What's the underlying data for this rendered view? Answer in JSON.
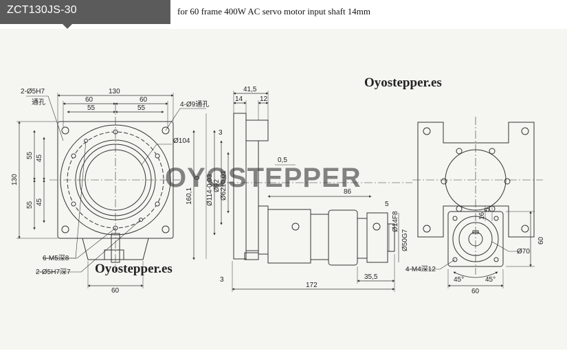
{
  "header": {
    "model": "ZCT130JS-30",
    "description": "for 60 frame 400W AC servo motor input shaft 14mm"
  },
  "watermarks": {
    "top_right": "Oyostepper.es",
    "bottom_left": "Oyostepper.es",
    "center_logo": "OYOSTEPPER"
  },
  "front_view": {
    "label_holes_top": "2-Ø5H7",
    "label_through_left": "通孔",
    "label_holes_right": "4-Ø9通孔",
    "dim_overall_width": "130",
    "dim_half_left_60": "60",
    "dim_half_right_60": "60",
    "dim_half_left_55": "55",
    "dim_half_right_55": "55",
    "dim_bolt_circle": "Ø104",
    "dim_side_130": "130",
    "dim_side_55_top": "55",
    "dim_side_45_top": "45",
    "dim_side_55_bottom": "55",
    "dim_side_45_bottom": "45",
    "dim_height_160": "160,1",
    "label_m5": "6-M5深8",
    "label_pin": "2-Ø5H7深7",
    "dim_bottom_60": "60"
  },
  "side_view": {
    "dim_41_5": "41,5",
    "dim_14": "14",
    "dim_12": "12",
    "dim_3_top": "3",
    "dim_0_5": "0,5",
    "dim_0": "0",
    "dim_d114": "Ø114-0.03",
    "dim_d92": "Ø92",
    "dim_d62": "Ø62±0.01",
    "dim_86": "86",
    "dim_5": "5",
    "dim_d14": "Ø14F8",
    "dim_d50": "Ø50G7",
    "dim_3_bottom": "3",
    "dim_35_5": "35,5",
    "dim_172": "172"
  },
  "right_view": {
    "dim_d70": "Ø70",
    "label_m4": "4-M4深12",
    "dim_60_right": "60",
    "dim_45_left": "45°",
    "dim_45_right": "45°",
    "dim_bottom_60": "60",
    "dim_small_5": "5",
    "dim_small_16": "16"
  }
}
